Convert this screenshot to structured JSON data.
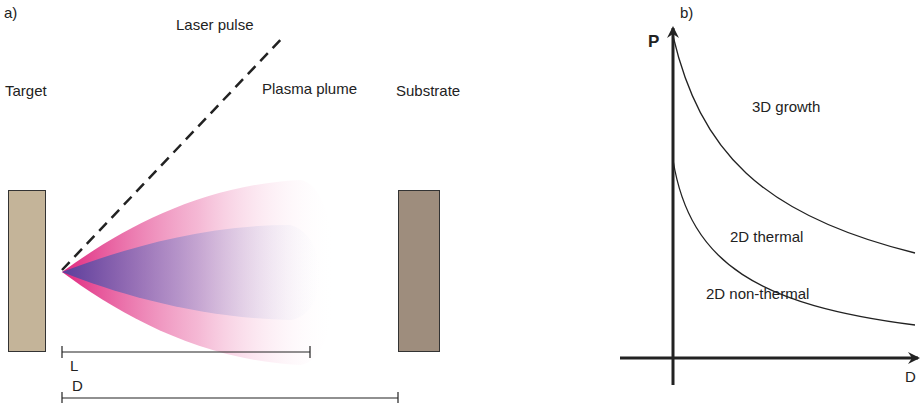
{
  "diagram": {
    "nodes": [
      {
        "text": [
          "Target"
        ]
      },
      {
        "text": [
          "Substrate"
        ]
      }
    ],
    "labels": [
      "a)",
      "Laser pulse",
      "Plasma plume",
      "L",
      "D",
      "b)",
      "P",
      "3D growth",
      "2D thermal",
      "2D non-thermal",
      "D"
    ]
  }
}
